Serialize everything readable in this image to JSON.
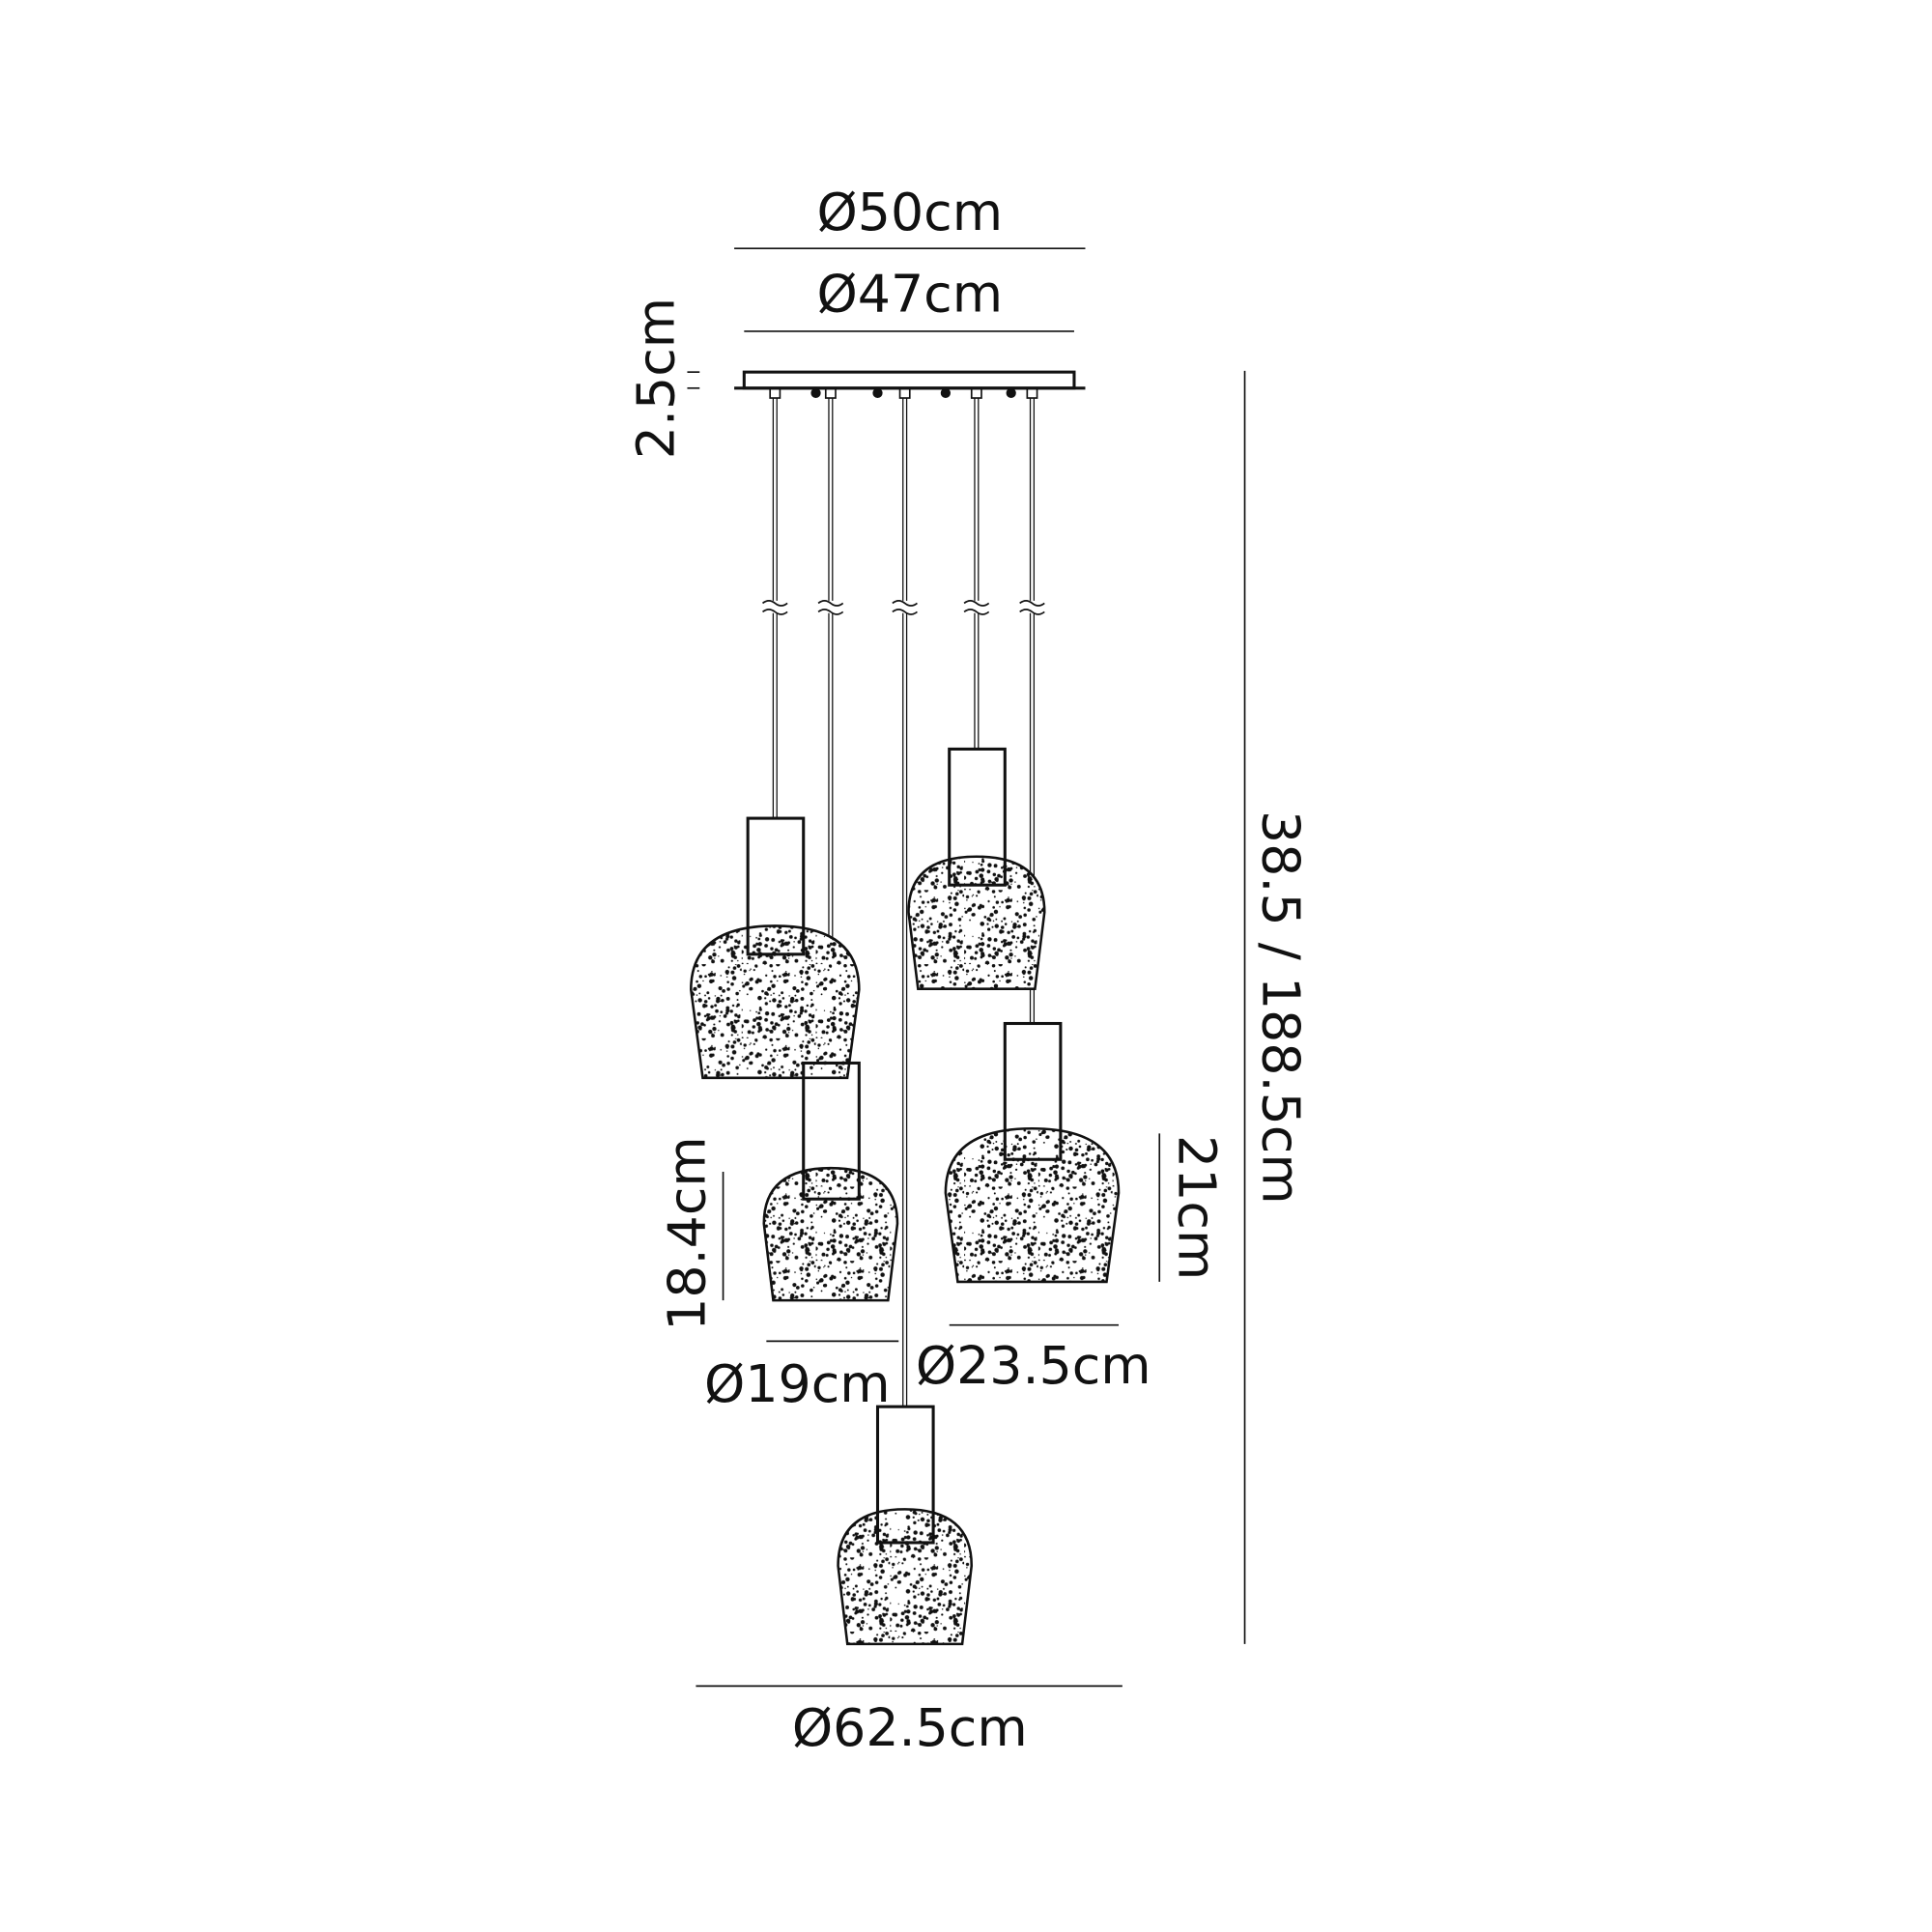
{
  "dimensions": {
    "canopy_outer_diameter": "Ø50cm",
    "canopy_inner_diameter": "Ø47cm",
    "canopy_height": "2.5cm",
    "overall_height": "38.5 / 188.5cm",
    "large_shade_height": "21cm",
    "small_shade_height": "18.4cm",
    "small_shade_diameter": "Ø19cm",
    "large_shade_diameter": "Ø23.5cm",
    "overall_diameter": "Ø62.5cm"
  },
  "colors": {
    "line": "#111111",
    "background": "#ffffff"
  }
}
